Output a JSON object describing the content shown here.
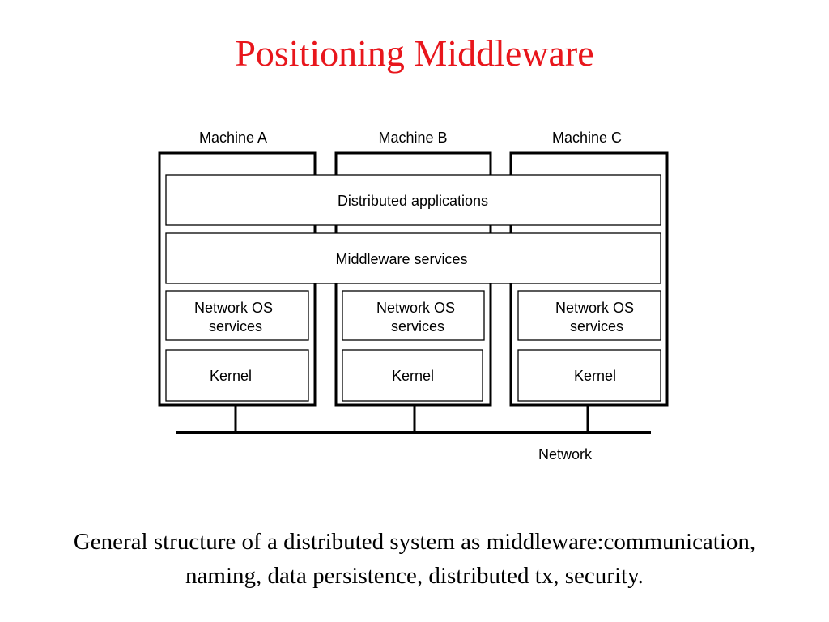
{
  "slide": {
    "title": "Positioning Middleware",
    "caption": {
      "line1": "General structure of a distributed system as middleware:communication,",
      "line2": "naming, data persistence, distributed tx, security."
    }
  },
  "diagram": {
    "machines": [
      {
        "label": "Machine A",
        "network_os": [
          "Network OS",
          "services"
        ],
        "kernel": "Kernel"
      },
      {
        "label": "Machine B",
        "network_os": [
          "Network OS",
          "services"
        ],
        "kernel": "Kernel"
      },
      {
        "label": "Machine C",
        "network_os": [
          "Network OS",
          "services"
        ],
        "kernel": "Kernel"
      }
    ],
    "layers": {
      "distributed_applications": "Distributed applications",
      "middleware_services": "Middleware services"
    },
    "network_label": "Network"
  }
}
